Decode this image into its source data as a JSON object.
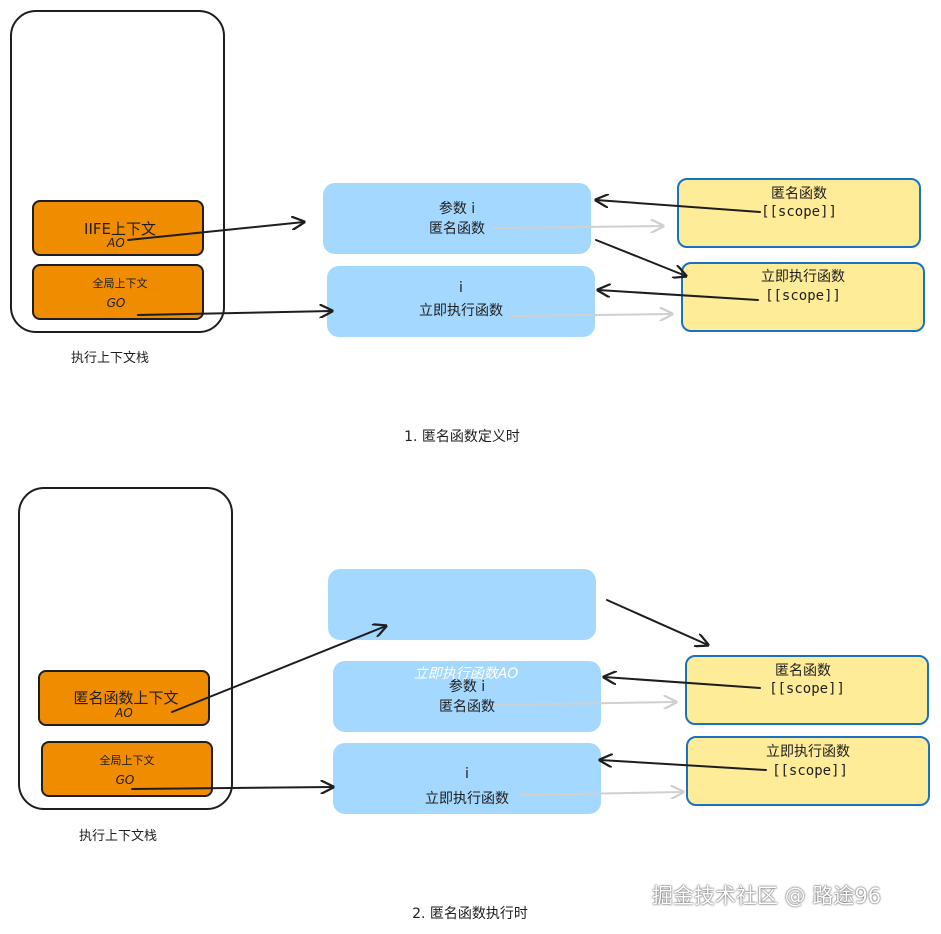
{
  "colors": {
    "stack_border": "#1e1e1e",
    "orange_box": "#f08c00",
    "blue_box": "#a5d8ff",
    "yellow_box": "#ffec99",
    "yellow_border": "#1971c2",
    "arrow_dark": "#1e1e1e",
    "arrow_light": "#d0d0d0",
    "watermark": "#ffffff"
  },
  "diagram1": {
    "stack_label": "执行上下文栈",
    "iife_context": {
      "title": "IIFE上下文",
      "sub": "AO"
    },
    "global_context": {
      "title": "全局上下文",
      "sub": "GO"
    },
    "blue_top": {
      "line1": "参数 i",
      "line2": "匿名函数"
    },
    "blue_bottom": {
      "line1": "i",
      "line2": "立即执行函数"
    },
    "yellow_top": {
      "line1": "匿名函数",
      "line2": "[[scope]]"
    },
    "yellow_bottom": {
      "line1": "立即执行函数",
      "line2": "[[scope]]"
    },
    "caption": "1. 匿名函数定义时"
  },
  "diagram2": {
    "stack_label": "执行上下文栈",
    "anon_context": {
      "title": "匿名函数上下文",
      "sub": "AO"
    },
    "global_context": {
      "title": "全局上下文",
      "sub": "GO"
    },
    "blue_ao_label": "立即执行函数AO",
    "blue_mid": {
      "line1": "参数 i",
      "line2": "匿名函数"
    },
    "blue_bottom": {
      "line1": "i",
      "line2": "立即执行函数"
    },
    "yellow_top": {
      "line1": "匿名函数",
      "line2": "[[scope]]"
    },
    "yellow_bottom": {
      "line1": "立即执行函数",
      "line2": "[[scope]]"
    },
    "caption": "2. 匿名函数执行时"
  },
  "watermark": "掘金技术社区 @ 路途96"
}
